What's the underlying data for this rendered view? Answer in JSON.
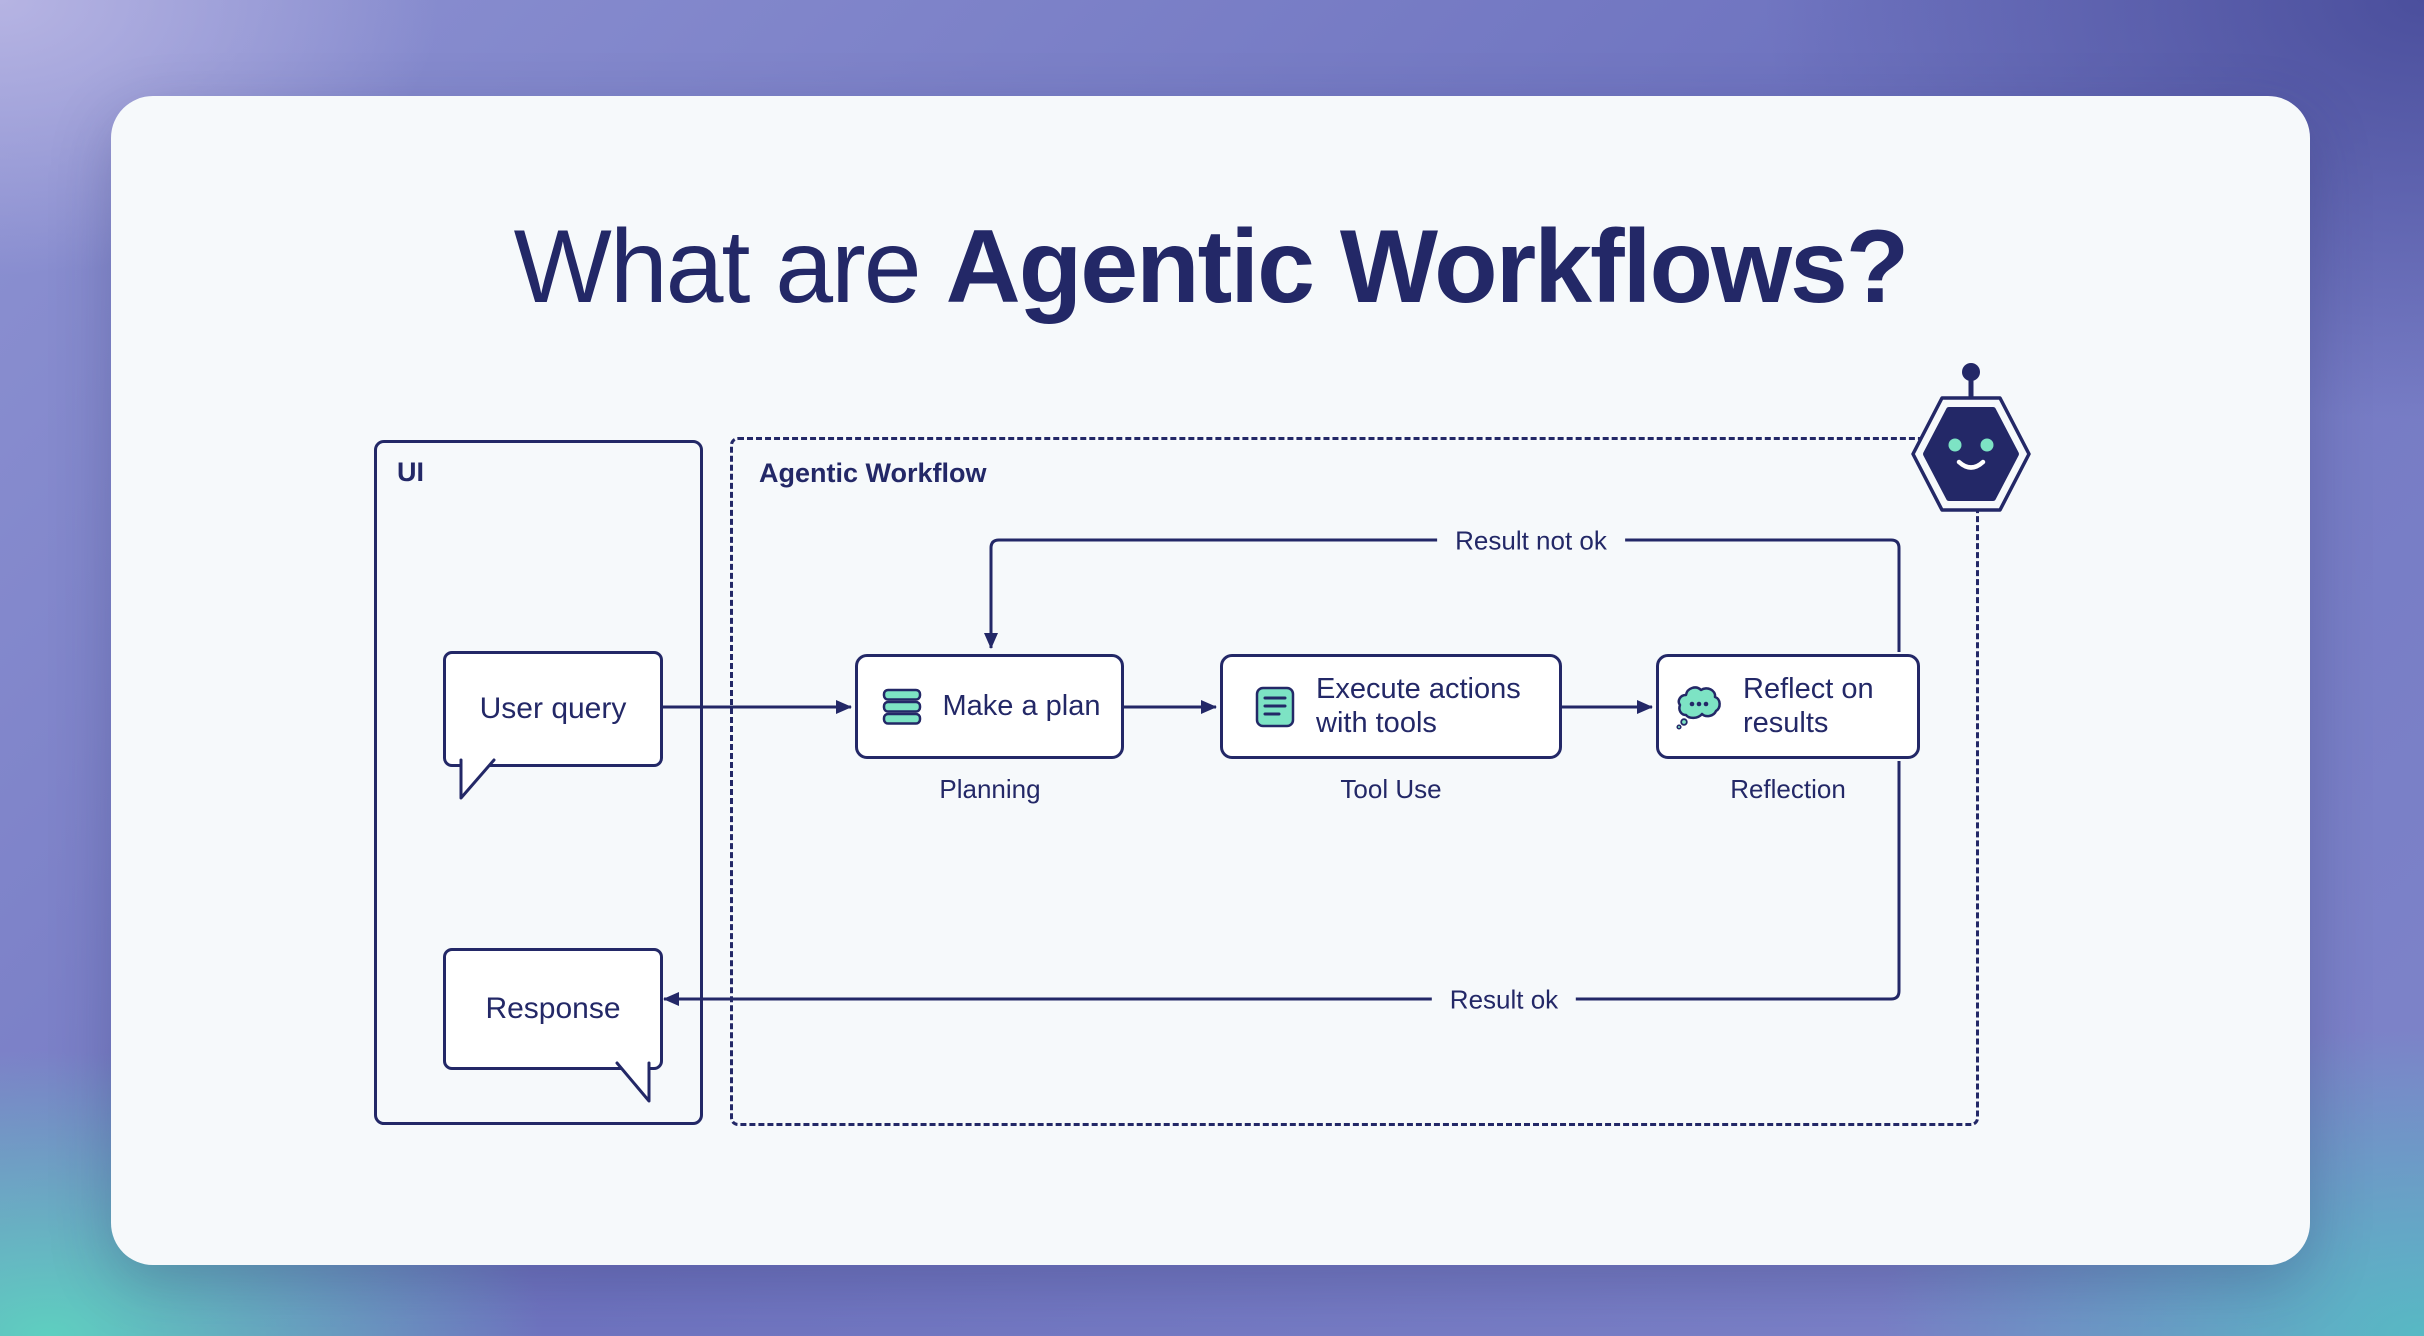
{
  "title": {
    "light": "What are",
    "bold": "Agentic Workflows?"
  },
  "ui_panel": {
    "label": "UI",
    "user_query": "User query",
    "response": "Response"
  },
  "workflow": {
    "label": "Agentic Workflow",
    "steps": [
      {
        "label": "Make a plan",
        "caption": "Planning",
        "icon": "stack-icon"
      },
      {
        "label": "Execute actions with tools",
        "caption": "Tool Use",
        "icon": "document-icon"
      },
      {
        "label": "Reflect on results",
        "caption": "Reflection",
        "icon": "thought-cloud-icon"
      }
    ],
    "edges": {
      "not_ok": "Result not ok",
      "ok": "Result ok"
    },
    "mascot_icon": "robot-icon"
  },
  "colors": {
    "navy": "#232867",
    "mint": "#7de3c4",
    "card_bg": "#f6f9fb",
    "white": "#ffffff"
  }
}
